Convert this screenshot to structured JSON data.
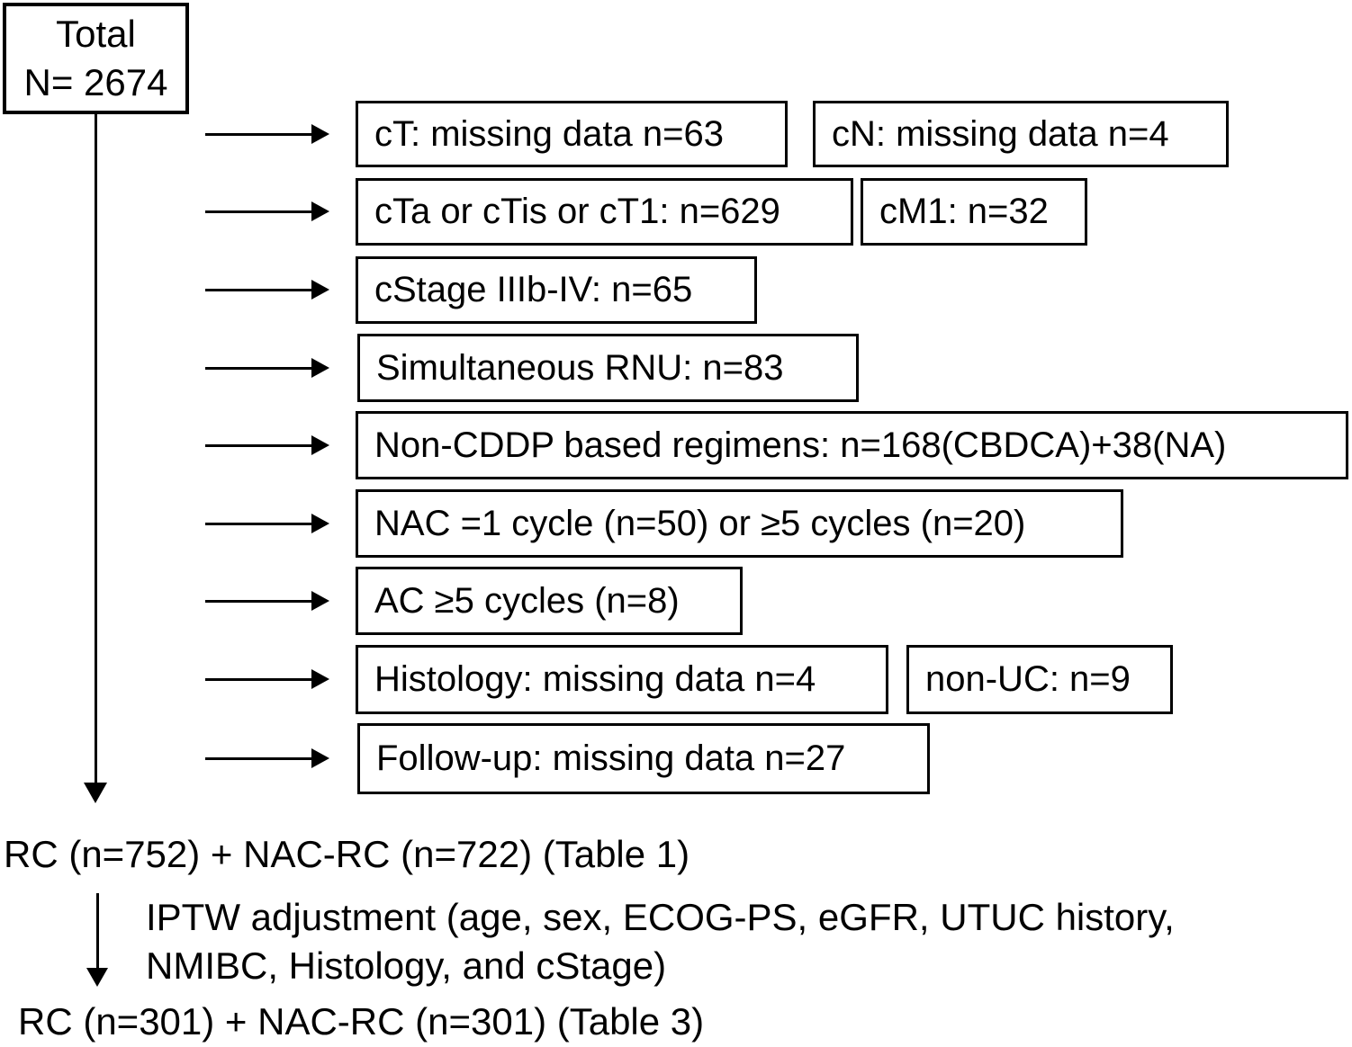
{
  "figure": {
    "colors": {
      "background": "#ffffff",
      "line": "#000000",
      "text": "#000000"
    },
    "total_box": {
      "line1": "Total",
      "line2": "N= 2674"
    },
    "exclusion_rows": [
      {
        "boxes": [
          "cT: missing data n=63",
          "cN: missing data n=4"
        ]
      },
      {
        "boxes": [
          "cTa or cTis or cT1: n=629",
          "cM1: n=32"
        ]
      },
      {
        "boxes": [
          "cStage IIIb-IV: n=65"
        ]
      },
      {
        "boxes": [
          "Simultaneous RNU: n=83"
        ]
      },
      {
        "boxes": [
          "Non-CDDP based regimens: n=168(CBDCA)+38(NA)"
        ]
      },
      {
        "boxes": [
          "NAC =1 cycle (n=50) or ≥5 cycles (n=20)"
        ]
      },
      {
        "boxes": [
          "AC ≥5 cycles (n=8)"
        ]
      },
      {
        "boxes": [
          "Histology: missing data n=4",
          "non-UC: n=9"
        ]
      },
      {
        "boxes": [
          "Follow-up: missing data n=27"
        ]
      }
    ],
    "cohort_line": "RC (n=752) + NAC-RC (n=722) (Table 1)",
    "iptw_note": {
      "line1": "IPTW adjustment (age, sex, ECOG-PS, eGFR, UTUC history,",
      "line2": "NMIBC, Histology, and cStage)"
    },
    "final_line": "RC (n=301) + NAC-RC (n=301) (Table 3)"
  }
}
